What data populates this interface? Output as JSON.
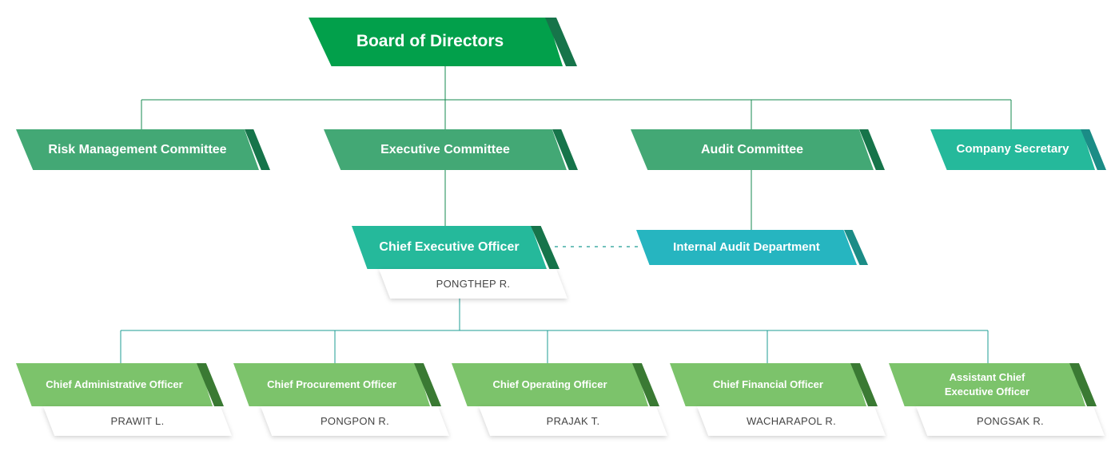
{
  "colors": {
    "board": "#02a04b",
    "committee": "#43a875",
    "teal": "#25b99b",
    "audit_dept": "#26b5c0",
    "officer": "#7cc36b",
    "strip_green": "#16744a",
    "strip_teal": "#1b8c86",
    "strip_officer": "#3a7a33",
    "line_green": "#14884f",
    "line_teal": "#1c9c93"
  },
  "board": {
    "label": "Board of Directors"
  },
  "committees": [
    {
      "key": "risk",
      "label": "Risk Management Committee"
    },
    {
      "key": "executive",
      "label": "Executive Committee"
    },
    {
      "key": "audit",
      "label": "Audit Committee"
    },
    {
      "key": "secretary",
      "label": "Company Secretary"
    }
  ],
  "ceo": {
    "label": "Chief Executive Officer",
    "person": "PONGTHEP R."
  },
  "internal_audit": {
    "label": "Internal Audit Department"
  },
  "officers": [
    {
      "key": "cao",
      "label": "Chief Administrative Officer",
      "person": "PRAWIT L."
    },
    {
      "key": "cpo",
      "label": "Chief Procurement Officer",
      "person": "PONGPON R."
    },
    {
      "key": "coo",
      "label": "Chief Operating Officer",
      "person": "PRAJAK T."
    },
    {
      "key": "cfo",
      "label": "Chief Financial Officer",
      "person": "WACHARAPOL R."
    },
    {
      "key": "acting",
      "label": "Assistant Chief Executive Officer",
      "person": "PONGSAK R."
    }
  ]
}
